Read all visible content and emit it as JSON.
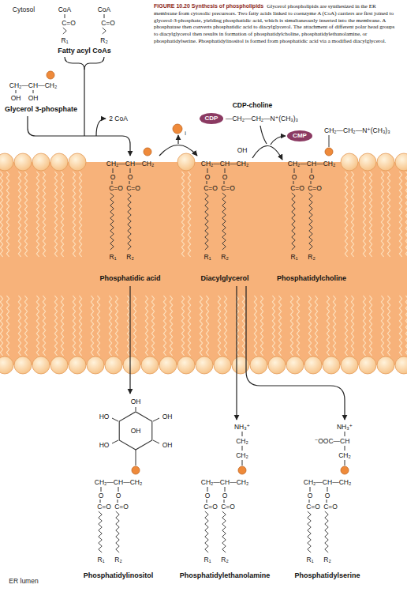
{
  "diagram": {
    "title": "FIGURE 10.20 Synthesis of phospholipids",
    "caption": "Glycerol phospholipids are synthesized in the ER membrane from cytosolic precursors. Two fatty acids linked to coenzyme A (CoA) carriers are first joined to glycerol-3-phosphate, yielding phosphatidic acid, which is simultaneously inserted into the membrane. A phosphatase then converts phosphatidic acid to diacylglycerol. The attachment of different polar head groups to diacylglycerol then results in formation of phosphatidylcholine, phosphatidylethanolamine, or phosphatidylserine. Phosphatidylinositol is formed from phosphatidic acid via a modified diacylglycerol.",
    "nodes": [
      {
        "text": [
          "CDP"
        ]
      },
      {
        "text": [
          "CMP"
        ]
      }
    ],
    "labels": [
      "Cytosol",
      "CoA",
      "C=O",
      "R₁",
      "CoA",
      "C=O",
      "R₂",
      "Fatty acyl CoAs",
      "CH₂—CH—CH₂",
      "OH",
      "OH",
      "Glycerol 3-phosphate",
      "2 CoA",
      "i",
      "CDP-choline",
      "—CH₂—CH₂—N⁺(CH₃)₃",
      "CH₂—CH—CH₂",
      "O",
      "O",
      "C=O",
      "C=O",
      "R₁",
      "R₂",
      "Phosphatidic acid",
      "OH",
      "CH₂—CH—CH₂",
      "O",
      "O",
      "C=O",
      "C=O",
      "R₁",
      "R₂",
      "Diacylglycerol",
      "CH₂—CH₂—N⁺(CH₃)₃",
      "CH₂—CH—CH₂",
      "O",
      "O",
      "C=O",
      "C=O",
      "R₁",
      "R₂",
      "Phosphatidylcholine",
      "OH",
      "HO",
      "OH",
      "OH",
      "HO",
      "OH",
      "CH₂—CH—CH₂",
      "O",
      "O",
      "C=O",
      "C=O",
      "R₁",
      "R₂",
      "Phosphatidylinositol",
      "NH₃⁺",
      "CH₂",
      "CH₂",
      "CH₂—CH—CH₂",
      "O",
      "O",
      "C=O",
      "C=O",
      "R₁",
      "R₂",
      "Phosphatidylethanolamine",
      "NH₃⁺",
      "⁻OOC—CH",
      "CH₂",
      "CH₂—CH—CH₂",
      "O",
      "O",
      "C=O",
      "C=O",
      "R₁",
      "R₂",
      "Phosphatidylserine",
      "ER lumen"
    ]
  }
}
